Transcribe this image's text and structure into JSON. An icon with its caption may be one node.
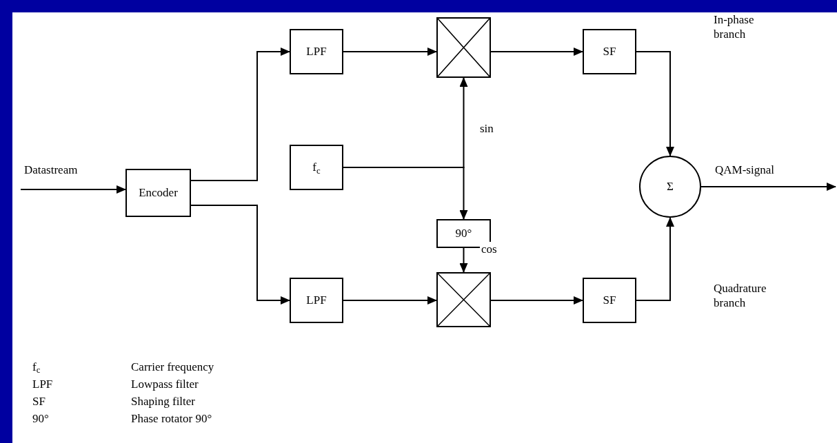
{
  "diagram": {
    "nodes": [
      {
        "text": [
          "Encoder"
        ]
      },
      {
        "text": [
          "LPF"
        ]
      },
      {
        "text": [],
        "shape": "box"
      },
      {
        "text": [
          "SF"
        ]
      },
      {
        "text": [
          "f$_{c}$"
        ]
      },
      {
        "text": [
          "90°"
        ]
      },
      {
        "text": [
          "LPF"
        ]
      },
      {
        "text": [],
        "shape": "box"
      },
      {
        "text": [
          "SF"
        ]
      },
      {
        "text": [
          "Σ"
        ]
      }
    ],
    "edges": [
      {
        "from": null,
        "to": 0,
        "arrow": "to",
        "label": "Datastream"
      },
      {
        "from": 0,
        "to": 1,
        "arrow": "to"
      },
      {
        "from": 0,
        "to": 6,
        "arrow": "to"
      },
      {
        "from": 1,
        "to": 2,
        "arrow": "to"
      },
      {
        "from": 2,
        "to": 3,
        "arrow": "to"
      },
      {
        "from": 3,
        "to": 9,
        "arrow": "to"
      },
      {
        "from": 4,
        "to": 2,
        "arrow": "to",
        "label": "sin"
      },
      {
        "from": 4,
        "to": 5,
        "arrow": "to"
      },
      {
        "from": 5,
        "to": 7,
        "arrow": "to",
        "label": "cos"
      },
      {
        "from": 6,
        "to": 7,
        "arrow": "to"
      },
      {
        "from": 7,
        "to": 8,
        "arrow": "to"
      },
      {
        "from": 8,
        "to": 9,
        "arrow": "to"
      },
      {
        "from": 9,
        "to": null,
        "arrow": "to",
        "label": "QAM-signal"
      }
    ],
    "labels": [
      "In-phase branch",
      "Quadrature branch",
      "f$_{c}$",
      "Carrier frequency",
      "LPF",
      "Lowpass filter",
      "SF",
      "Shaping filter",
      "90°",
      "Phase rotator 90°"
    ]
  }
}
